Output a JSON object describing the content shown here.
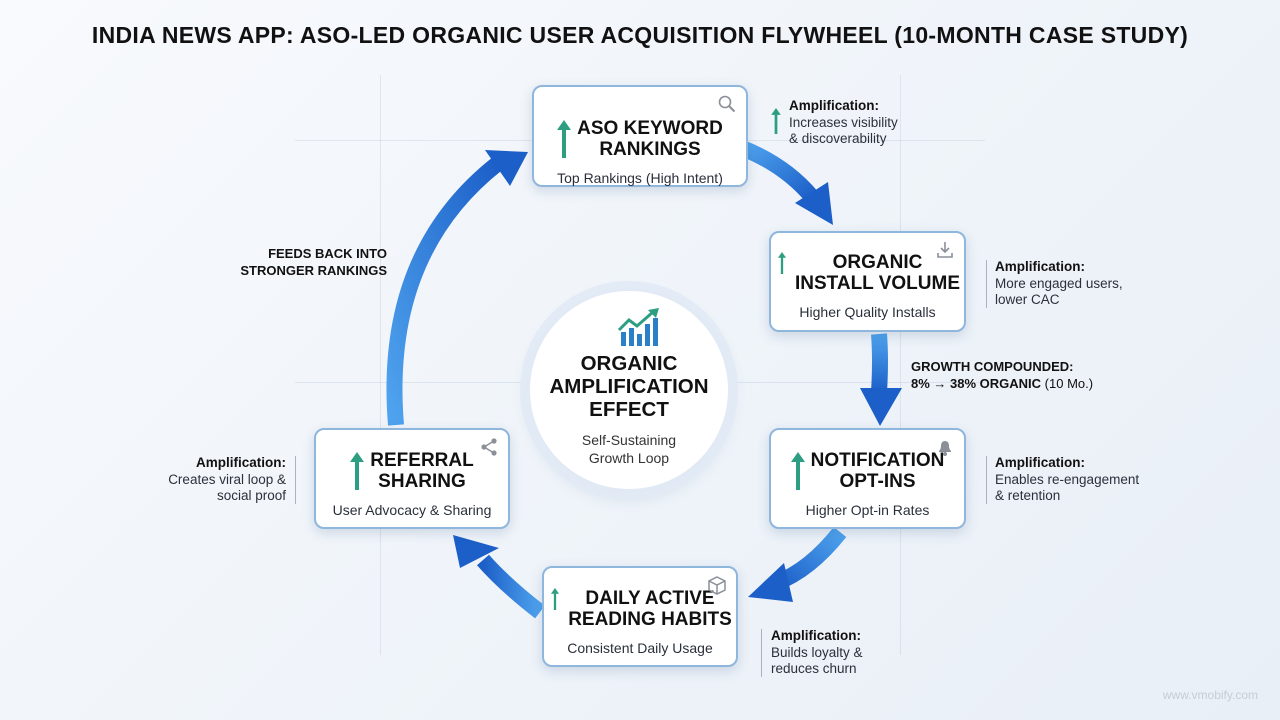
{
  "title": "INDIA NEWS APP: ASO-LED ORGANIC USER ACQUISITION FLYWHEEL (10-MONTH CASE STUDY)",
  "center": {
    "title_lines": [
      "ORGANIC",
      "AMPLIFICATION",
      "EFFECT"
    ],
    "subtitle_lines": [
      "Self-Sustaining",
      "Growth Loop"
    ],
    "icon": "growth-chart-icon"
  },
  "nodes": {
    "aso": {
      "title_lines": [
        "ASO KEYWORD",
        "RANKINGS"
      ],
      "subtitle": "Top Rankings (High Intent)",
      "icon": "search-icon"
    },
    "install": {
      "title_lines": [
        "ORGANIC",
        "INSTALL VOLUME"
      ],
      "subtitle": "Higher Quality Installs",
      "icon": "download-icon"
    },
    "notification": {
      "title_lines": [
        "NOTIFICATION",
        "OPT-INS"
      ],
      "subtitle": "Higher Opt-in Rates",
      "icon": "bell-icon"
    },
    "daily": {
      "title_lines": [
        "DAILY ACTIVE",
        "READING HABITS"
      ],
      "subtitle": "Consistent Daily Usage",
      "icon": "box-icon"
    },
    "referral": {
      "title_lines": [
        "REFERRAL",
        "SHARING"
      ],
      "subtitle": "User Advocacy & Sharing",
      "icon": "share-icon"
    }
  },
  "amplifications": {
    "aso": {
      "label": "Amplification:",
      "lines": [
        "Increases visibility",
        "& discoverability"
      ]
    },
    "install": {
      "label": "Amplification:",
      "lines": [
        "More engaged users,",
        "lower CAC"
      ]
    },
    "notification": {
      "label": "Amplification:",
      "lines": [
        "Enables re-engagement",
        "& retention"
      ]
    },
    "daily": {
      "label": "Amplification:",
      "lines": [
        "Builds loyalty &",
        "reduces churn"
      ]
    },
    "referral": {
      "label": "Amplification:",
      "lines": [
        "Creates viral loop &",
        "social proof"
      ]
    }
  },
  "notes": {
    "feedback_lines": [
      "FEEDS BACK INTO",
      "STRONGER RANKINGS"
    ],
    "growth_label": "GROWTH COMPOUNDED:",
    "growth_value": "8% → 38% ORGANIC",
    "growth_period": "(10 Mo.)"
  },
  "watermark": "www.vmobify.com",
  "colors": {
    "arrow_light": "#4fa3ee",
    "arrow_dark": "#1c5fc8",
    "up_arrow": "#2e9e83",
    "node_border": "#8fb6dc"
  }
}
